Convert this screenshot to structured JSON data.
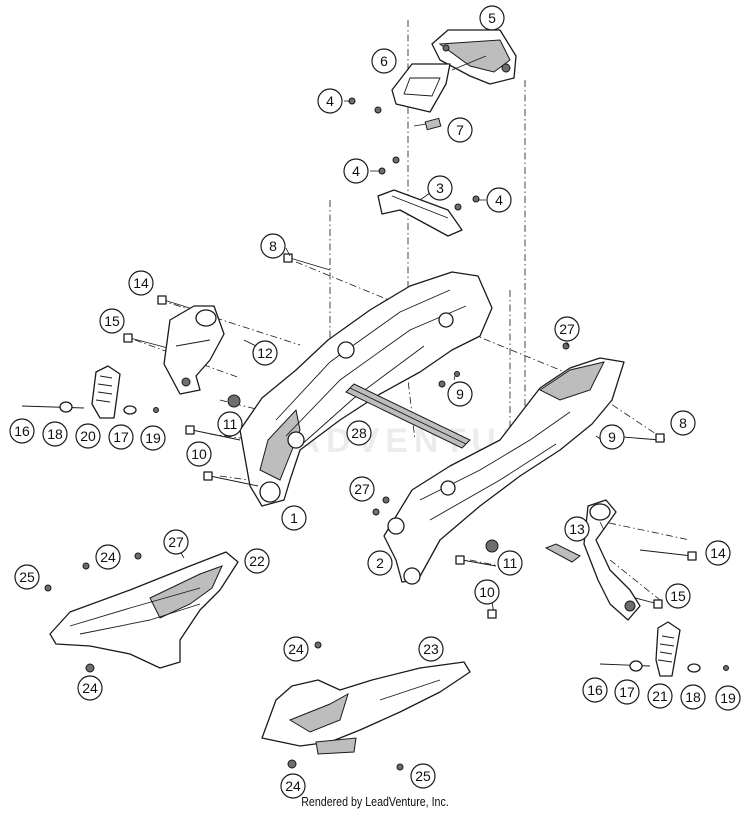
{
  "diagram": {
    "watermark": "LEADVENTURE",
    "credit": "Rendered by LeadVenture, Inc.",
    "callouts": [
      {
        "id": "c-5",
        "label": "5"
      },
      {
        "id": "c-6",
        "label": "6"
      },
      {
        "id": "c-4a",
        "label": "4"
      },
      {
        "id": "c-7",
        "label": "7"
      },
      {
        "id": "c-4b",
        "label": "4"
      },
      {
        "id": "c-3",
        "label": "3"
      },
      {
        "id": "c-4c",
        "label": "4"
      },
      {
        "id": "c-8a",
        "label": "8"
      },
      {
        "id": "c-14a",
        "label": "14"
      },
      {
        "id": "c-15a",
        "label": "15"
      },
      {
        "id": "c-12",
        "label": "12"
      },
      {
        "id": "c-27a",
        "label": "27"
      },
      {
        "id": "c-9a",
        "label": "9"
      },
      {
        "id": "c-16a",
        "label": "16"
      },
      {
        "id": "c-18a",
        "label": "18"
      },
      {
        "id": "c-20",
        "label": "20"
      },
      {
        "id": "c-17a",
        "label": "17"
      },
      {
        "id": "c-19a",
        "label": "19"
      },
      {
        "id": "c-11a",
        "label": "11"
      },
      {
        "id": "c-10a",
        "label": "10"
      },
      {
        "id": "c-28",
        "label": "28"
      },
      {
        "id": "c-8b",
        "label": "8"
      },
      {
        "id": "c-9b",
        "label": "9"
      },
      {
        "id": "c-27b",
        "label": "27"
      },
      {
        "id": "c-1",
        "label": "1"
      },
      {
        "id": "c-13",
        "label": "13"
      },
      {
        "id": "c-14b",
        "label": "14"
      },
      {
        "id": "c-24a",
        "label": "24"
      },
      {
        "id": "c-27c",
        "label": "27"
      },
      {
        "id": "c-22",
        "label": "22"
      },
      {
        "id": "c-25a",
        "label": "25"
      },
      {
        "id": "c-2",
        "label": "2"
      },
      {
        "id": "c-11b",
        "label": "11"
      },
      {
        "id": "c-10b",
        "label": "10"
      },
      {
        "id": "c-15b",
        "label": "15"
      },
      {
        "id": "c-24b",
        "label": "24"
      },
      {
        "id": "c-23",
        "label": "23"
      },
      {
        "id": "c-24c",
        "label": "24"
      },
      {
        "id": "c-16b",
        "label": "16"
      },
      {
        "id": "c-17b",
        "label": "17"
      },
      {
        "id": "c-21",
        "label": "21"
      },
      {
        "id": "c-18b",
        "label": "18"
      },
      {
        "id": "c-19b",
        "label": "19"
      },
      {
        "id": "c-25b",
        "label": "25"
      },
      {
        "id": "c-24d",
        "label": "24"
      }
    ]
  }
}
